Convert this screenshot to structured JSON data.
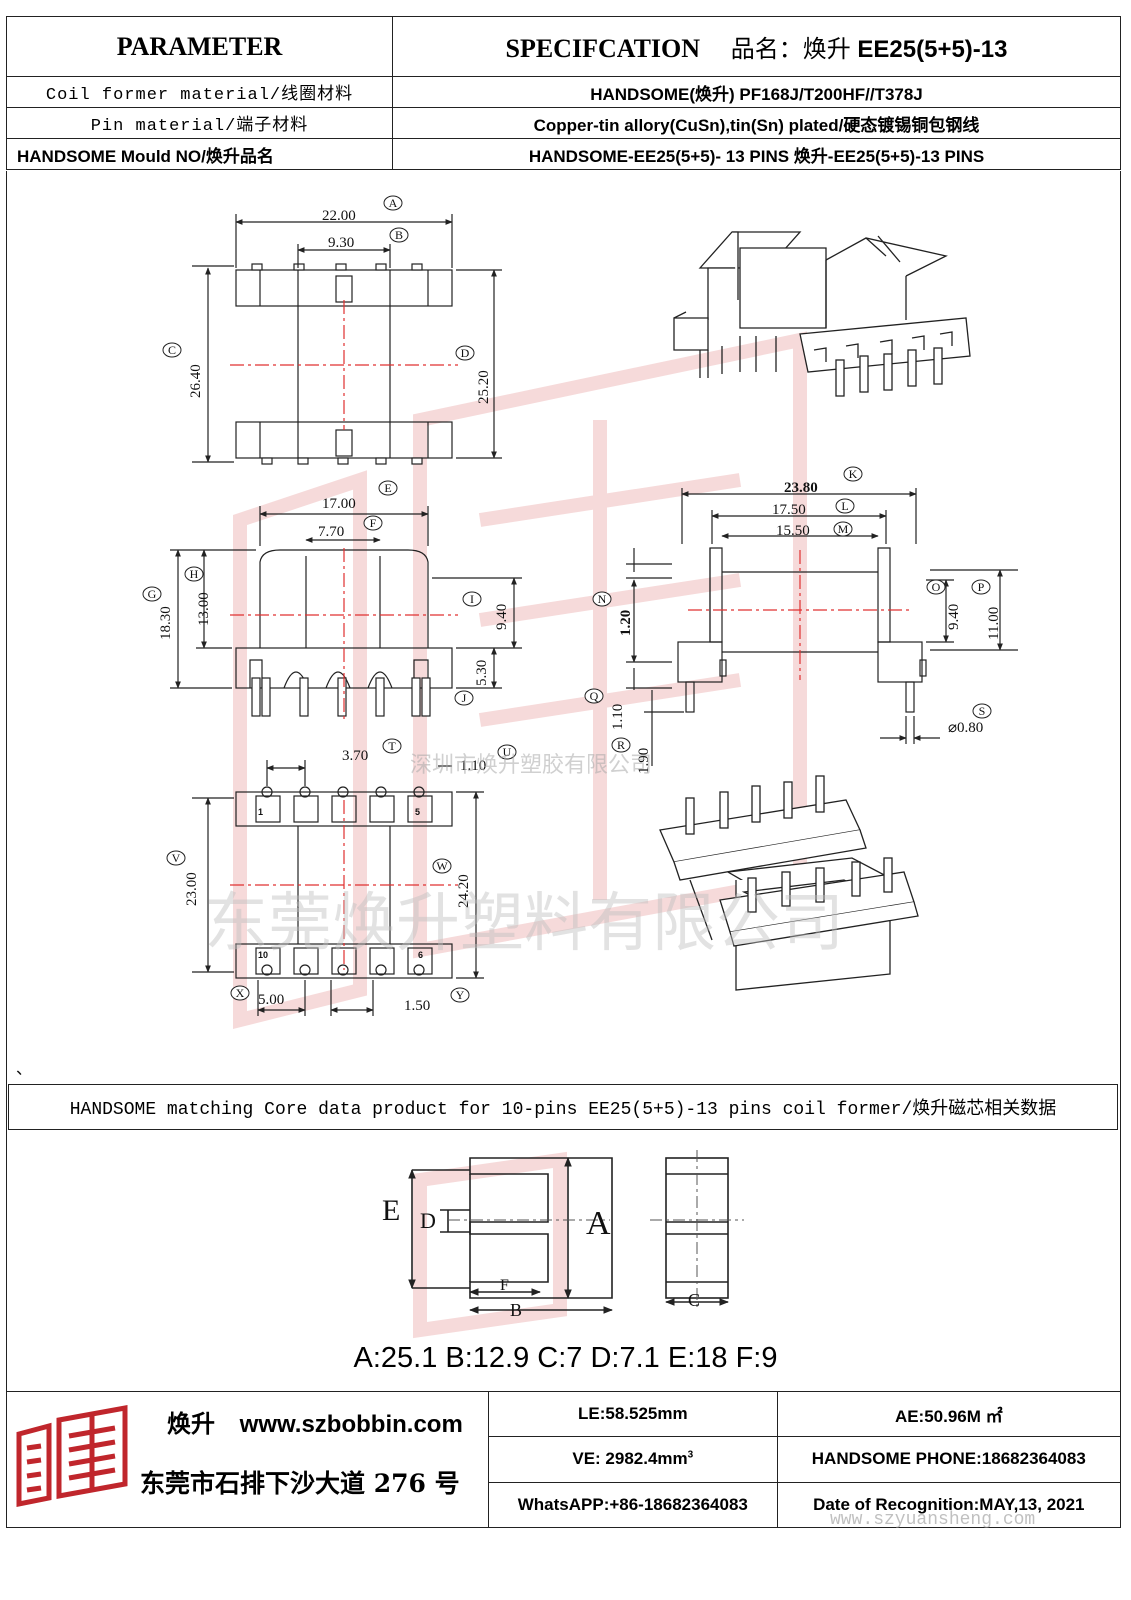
{
  "header": {
    "parameter_label": "PARAMETER",
    "spec_label": "SPECIFCATION",
    "product_name_prefix": "品名：焕升",
    "model": "EE25(5+5)-13",
    "rows": [
      {
        "label": "Coil former material/线圈材料",
        "value": "HANDSOME(焕升)  PF168J/T200HF//T378J"
      },
      {
        "label": "Pin material/端子材料",
        "value": "Copper-tin allory(CuSn),tin(Sn) plated/硬态镀锡铜包钢线"
      },
      {
        "label": "HANDSOME Mould NO/焕升品名",
        "value": "HANDSOME-EE25(5+5)- 13 PINS    焕升-EE25(5+5)-13 PINS"
      }
    ]
  },
  "drawing": {
    "dims": {
      "A": "22.00",
      "B": "9.30",
      "C": "26.40",
      "D": "25.20",
      "E": "17.00",
      "F": "7.70",
      "G": "18.30",
      "H": "13.00",
      "I": "9.40",
      "J": "5.30",
      "K": "23.80",
      "L": "17.50",
      "M": "15.50",
      "N": "1.20",
      "O": "9.40",
      "P": "11.00",
      "Q": "1.10",
      "R": "1.90",
      "S": "⌀0.80",
      "T": "3.70",
      "U": "1.10",
      "V": "23.00",
      "W": "24.20",
      "X": "5.00",
      "Y": "1.50"
    },
    "pin_numbers": [
      "1",
      "5",
      "10",
      "6"
    ],
    "watermark_small": "深圳市焕升塑胶有限公司",
    "watermark_large": "东莞焕升塑料有限公司",
    "tick_mark": "、"
  },
  "core": {
    "banner": "HANDSOME matching Core data  product for 10-pins EE25(5+5)-13 pins coil former/焕升磁芯相关数据",
    "labels": {
      "A": "A",
      "B": "B",
      "C": "C",
      "D": "D",
      "E": "E",
      "F": "F"
    },
    "values": "A:25.1 B:12.9 C:7 D:7.1 E:18 F:9"
  },
  "footer": {
    "brand_cn": "焕升",
    "website": "www.szbobbin.com",
    "address": "东莞市石排下沙大道 276 号",
    "le": "LE:58.525mm",
    "ae": "AE:50.96M ㎡",
    "ve": "VE: 2982.4mm",
    "ve_sup": "3",
    "phone": "HANDSOME PHONE:18682364083",
    "whatsapp": "WhatsAPP:+86-18682364083",
    "date": "Date of Recognition:MAY,13, 2021",
    "watermark_url": "www.szyuansheng.com"
  },
  "colors": {
    "center_line": "#e03030",
    "line": "#222222",
    "watermark_red": "#e8a0a0"
  }
}
